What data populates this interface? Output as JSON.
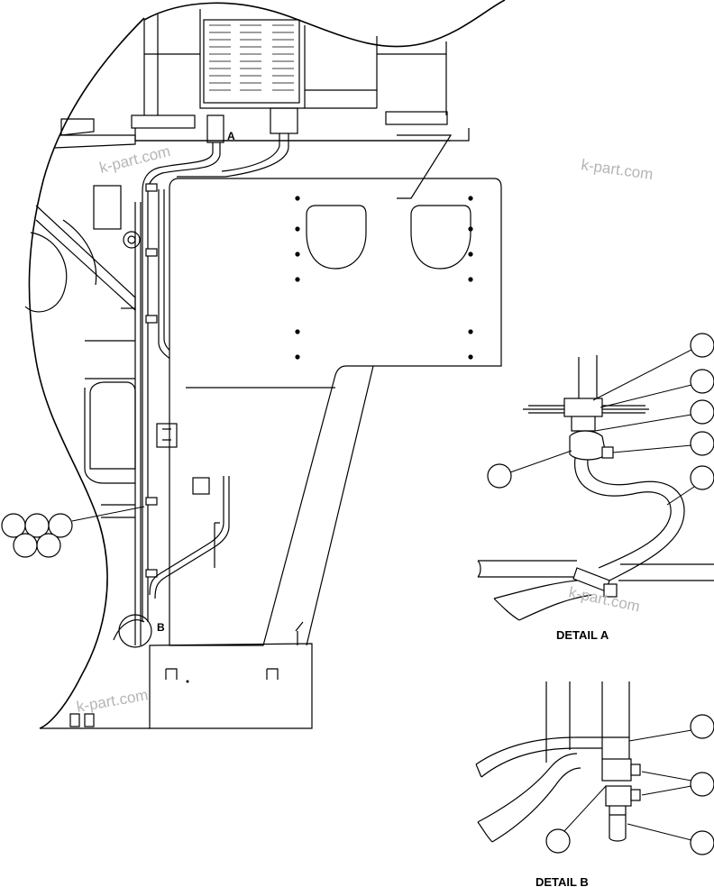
{
  "labels": {
    "detail_a_marker": "A",
    "detail_b_marker": "B",
    "detail_a_caption": "DETAIL A",
    "detail_b_caption": "DETAIL B"
  },
  "watermark": {
    "text": "k-part.com"
  },
  "colors": {
    "line": "#000000",
    "background": "#ffffff",
    "watermark": "#b5b5b5"
  }
}
